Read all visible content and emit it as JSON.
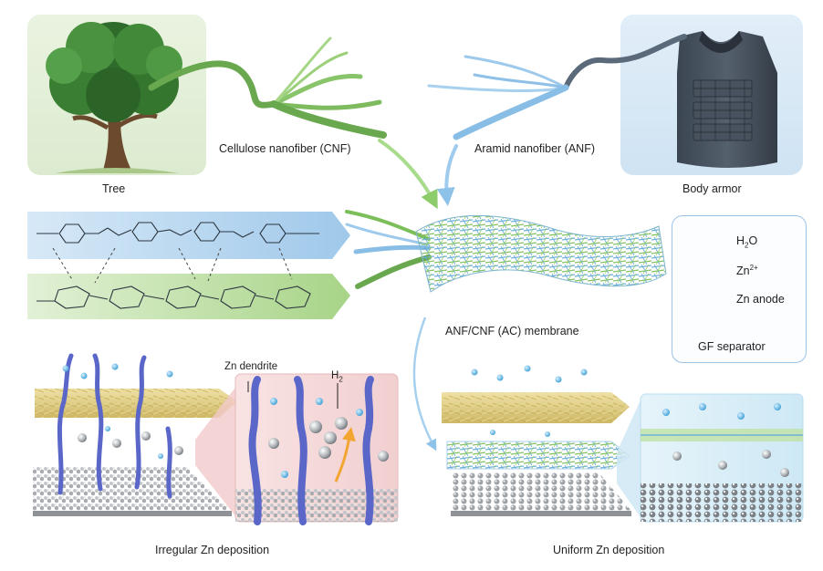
{
  "labels": {
    "tree": "Tree",
    "cnf": "Cellulose nanofiber (CNF)",
    "anf": "Aramid nanofiber (ANF)",
    "body_armor": "Body armor",
    "membrane": "ANF/CNF (AC) membrane",
    "zn_dendrite": "Zn dendrite",
    "h2_base": "H",
    "h2_sub": "2",
    "irregular": "Irregular Zn deposition",
    "uniform": "Uniform Zn deposition"
  },
  "legend": {
    "h2o_base": "H",
    "h2o_sub": "2",
    "h2o_tail": "O",
    "zn_base": "Zn",
    "zn_sup": "2+",
    "zn_anode": "Zn anode",
    "gf_separator": "GF separator"
  },
  "colors": {
    "cnf_green": "#7cbf5a",
    "anf_blue": "#8cc4ea",
    "aramid_band": "#b9d8f0",
    "cellulose_band": "#bfe0a8",
    "dendrite": "#5a67c8",
    "separator": "#d9c77a",
    "anode": "#b9bcc0",
    "pink_bg": "#f6dcdc",
    "cyan_bg": "#dff0f8"
  },
  "icons": [
    "tree-illustration",
    "body-armor-vest",
    "water-molecule-icon",
    "zinc-ion-icon",
    "zn-anode-icon",
    "gf-separator-icon"
  ]
}
